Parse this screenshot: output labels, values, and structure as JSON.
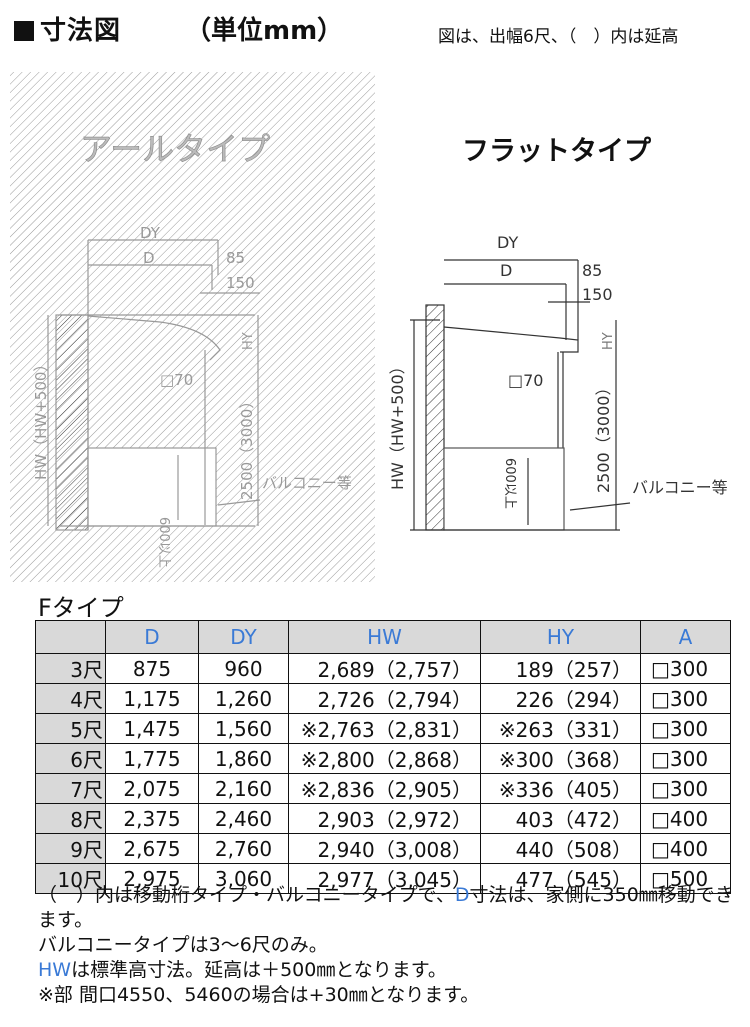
{
  "header": {
    "title": "寸法図",
    "unit": "（単位mm）",
    "note": "図は、出幅6尺、（　）内は延高"
  },
  "diagram_left": {
    "type_label": "アールタイプ",
    "dy": "DY",
    "d": "D",
    "dim85": "85",
    "dim150": "150",
    "hy": "HY",
    "post": "□70",
    "hw": "HW（HW+500）",
    "height": "2500（3000）",
    "min600": "600以上",
    "balcony": "バルコニー等"
  },
  "diagram_right": {
    "type_label": "フラットタイプ",
    "dy": "DY",
    "d": "D",
    "dim85": "85",
    "dim150": "150",
    "hy": "HY",
    "post": "□70",
    "hw": "HW（HW+500）",
    "height": "2500（3000）",
    "min600": "600以上",
    "balcony": "バルコニー等"
  },
  "table": {
    "caption": "Fタイプ",
    "headers": [
      "",
      "D",
      "DY",
      "HW",
      "HY",
      "A"
    ],
    "rows": [
      [
        "3尺",
        "875",
        "960",
        "2,689（2,757）",
        "189（257）",
        "□300"
      ],
      [
        "4尺",
        "1,175",
        "1,260",
        "2,726（2,794）",
        "226（294）",
        "□300"
      ],
      [
        "5尺",
        "1,475",
        "1,560",
        "※2,763（2,831）",
        "※263（331）",
        "□300"
      ],
      [
        "6尺",
        "1,775",
        "1,860",
        "※2,800（2,868）",
        "※300（368）",
        "□300"
      ],
      [
        "7尺",
        "2,075",
        "2,160",
        "※2,836（2,905）",
        "※336（405）",
        "□300"
      ],
      [
        "8尺",
        "2,375",
        "2,460",
        "2,903（2,972）",
        "403（472）",
        "□400"
      ],
      [
        "9尺",
        "2,675",
        "2,760",
        "2,940（3,008）",
        "440（508）",
        "□400"
      ],
      [
        "10尺",
        "2,975",
        "3,060",
        "2,977（3,045）",
        "477（545）",
        "□500"
      ]
    ]
  },
  "notes": {
    "line1_a": "（　）内は移動桁タイプ・バルコニータイプで、",
    "line1_b": "D",
    "line1_c": "寸法は、家側に350㎜移動できます。",
    "line2": "バルコニータイプは3～6尺のみ。",
    "line3_a": "HW",
    "line3_b": "は標準高寸法。延高は＋500㎜となります。",
    "line4": "※部 間口4550、5460の場合は+30㎜となります。"
  },
  "colors": {
    "accent": "#3a7ad6",
    "header_bg": "#d9d9d9"
  }
}
